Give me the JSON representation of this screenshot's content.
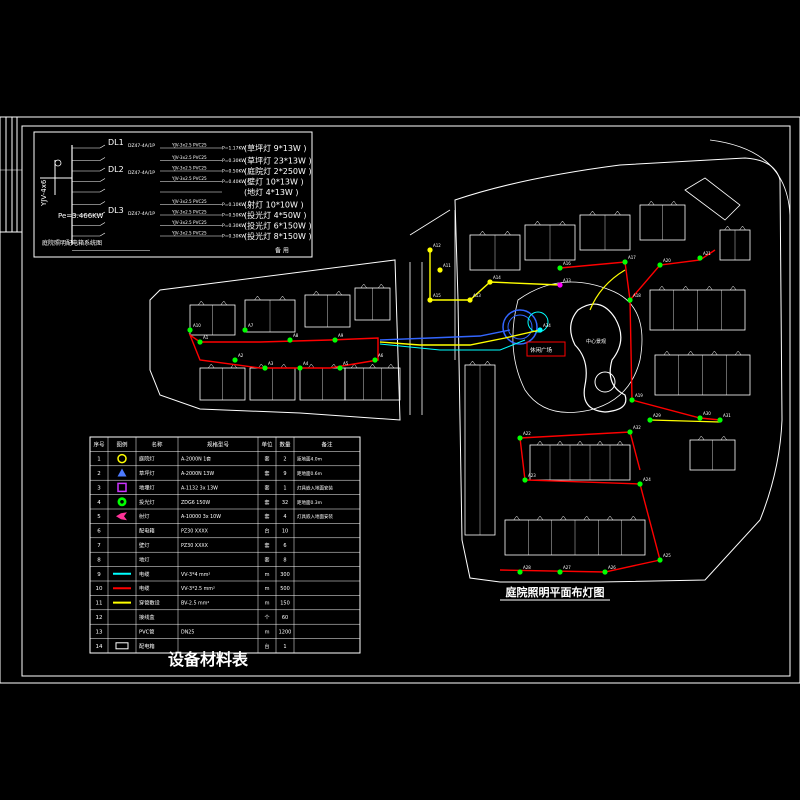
{
  "drawing": {
    "plan_title": "庭院照明平面布灯图",
    "table_title": "设备材料表",
    "background": "#000000",
    "line_color": "#ffffff"
  },
  "schematic": {
    "total_power": "Pe=3.466KW",
    "circuits": [
      {
        "name": "DL1",
        "breaker": "DZ47-4A/1P",
        "branches": [
          {
            "cable": "YJV-3x2.5 PVC25",
            "load": "P=1.17KW",
            "desc": "(草坪灯 9*13W )"
          }
        ]
      },
      {
        "name": "DL2",
        "breaker": "DZ47-4A/1P",
        "branches": [
          {
            "cable": "YJV-3x2.5 PVC25",
            "load": "P=0.30KW",
            "desc": "(草坪灯 23*13W )"
          },
          {
            "cable": "YJV-3x2.5 PVC25",
            "load": "P=0.50KW",
            "desc": "(庭院灯 2*250W )"
          },
          {
            "cable": "YJV-3x2.5 PVC25",
            "load": "P=0.40KW",
            "desc": "(壁灯 10*13W )"
          },
          {
            "cable": "",
            "load": "",
            "desc": "(地灯 4*13W )"
          }
        ]
      },
      {
        "name": "DL3",
        "breaker": "DZ47-4A/1P",
        "branches": [
          {
            "cable": "YJV-3x2.5 PVC25",
            "load": "P=0.10KW",
            "desc": "(射灯 10*10W )"
          },
          {
            "cable": "YJV-3x2.5 PVC25",
            "load": "P=0.50KW",
            "desc": "(投光灯 4*50W )"
          },
          {
            "cable": "YJV-3x2.5 PVC25",
            "load": "P=0.30KW",
            "desc": "(投光灯 6*150W )"
          },
          {
            "cable": "YJV-3x2.5 PVC25",
            "load": "P=0.30KW",
            "desc": "(投光灯 8*150W )"
          }
        ]
      }
    ],
    "spare_label": "备 用",
    "box_label": "庭院照明配电箱系统图",
    "incoming_label": "YJV-4x6"
  },
  "legend": {
    "headers": [
      "序号",
      "图例",
      "名称",
      "规格型号",
      "单位",
      "数量",
      "备注"
    ],
    "rows": [
      {
        "no": "1",
        "symbol": "ring",
        "color": "#ffff00",
        "name": "庭院灯",
        "spec": "A-2000N 1套",
        "unit": "套",
        "qty": "2",
        "note": "距地面4.0m"
      },
      {
        "no": "2",
        "symbol": "triangle",
        "color": "#4d7bff",
        "name": "草坪灯",
        "spec": "A-2000N 13W",
        "unit": "套",
        "qty": "9",
        "note": "距地面0.6m"
      },
      {
        "no": "3",
        "symbol": "square",
        "color": "#cc33ff",
        "name": "地埋灯",
        "spec": "A-1132 3x 13W",
        "unit": "套",
        "qty": "1",
        "note": "灯具嵌入地面安装"
      },
      {
        "no": "4",
        "symbol": "target",
        "color": "#00ff00",
        "name": "投光灯",
        "spec": "ZDG6 150W",
        "unit": "套",
        "qty": "32",
        "note": "距地面0.3m"
      },
      {
        "no": "5",
        "symbol": "burst",
        "color": "#ff3399",
        "name": "射灯",
        "spec": "A-10000 3x 10W",
        "unit": "套",
        "qty": "4",
        "note": "灯具嵌入地面安装"
      },
      {
        "no": "6",
        "symbol": "crescent",
        "color": "#00ffff",
        "name": "配电箱",
        "spec": "PZ30 XXXX",
        "unit": "台",
        "qty": "10",
        "note": ""
      },
      {
        "no": "7",
        "symbol": "crescent",
        "color": "#ffff00",
        "name": "壁灯",
        "spec": "PZ30 XXXX",
        "unit": "套",
        "qty": "6",
        "note": ""
      },
      {
        "no": "8",
        "symbol": "crescent",
        "color": "#00ff00",
        "name": "地灯",
        "spec": "",
        "unit": "套",
        "qty": "8",
        "note": ""
      },
      {
        "no": "9",
        "symbol": "line",
        "color": "#00ffff",
        "name": "电缆",
        "spec": "VV-3*4 mm²",
        "unit": "m",
        "qty": "300",
        "note": ""
      },
      {
        "no": "10",
        "symbol": "line",
        "color": "#ff0000",
        "name": "电缆",
        "spec": "VV-3*2.5 mm²",
        "unit": "m",
        "qty": "500",
        "note": ""
      },
      {
        "no": "11",
        "symbol": "line",
        "color": "#ffff00",
        "name": "穿管敷设",
        "spec": "BV-2.5 mm²",
        "unit": "m",
        "qty": "150",
        "note": ""
      },
      {
        "no": "12",
        "symbol": "none",
        "color": "#ffffff",
        "name": "接线盒",
        "spec": "",
        "unit": "个",
        "qty": "60",
        "note": ""
      },
      {
        "no": "13",
        "symbol": "none",
        "color": "#ffffff",
        "name": "PVC管",
        "spec": "DN25",
        "unit": "m",
        "qty": "1200",
        "note": ""
      },
      {
        "no": "14",
        "symbol": "rect",
        "color": "#ffffff",
        "name": "配电箱",
        "spec": "",
        "unit": "台",
        "qty": "1",
        "note": ""
      }
    ]
  },
  "plan": {
    "fixture_labels": [
      "A1",
      "A2",
      "A3",
      "A4",
      "A5",
      "A6",
      "A7",
      "A8",
      "A9",
      "A10",
      "A11",
      "A12",
      "A13",
      "A14",
      "A15",
      "A16",
      "A17",
      "A18",
      "A19",
      "A20",
      "A21",
      "A22",
      "A23",
      "A24",
      "A25",
      "A26",
      "A27",
      "A28",
      "A29",
      "A30",
      "A31",
      "A32",
      "A33",
      "A34"
    ],
    "area_label": "中心景观",
    "pavilion_label": "休闲广场"
  },
  "palette": {
    "red": "#ff0000",
    "yellow": "#ffff00",
    "green": "#00ff00",
    "blue": "#3366ff",
    "cyan": "#00ffff",
    "white": "#ffffff",
    "magenta": "#ff00ff"
  }
}
